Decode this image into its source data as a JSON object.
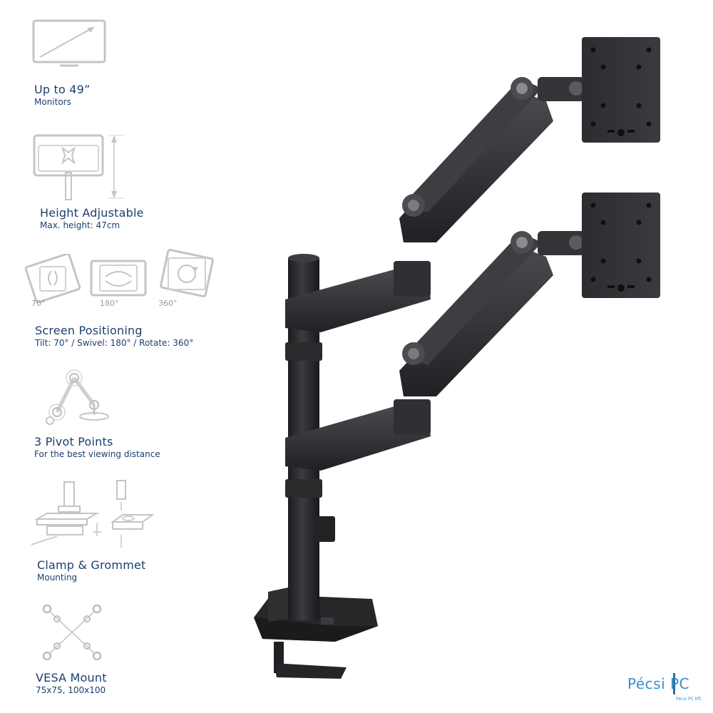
{
  "features": [
    {
      "id": "monitors",
      "title": "Up to 49”",
      "subtitle": "Monitors"
    },
    {
      "id": "height",
      "title": "Height Adjustable",
      "subtitle": "Max. height: 47cm"
    },
    {
      "id": "positioning",
      "title": "Screen Positioning",
      "subtitle": "Tilt: 70°  /   Swivel: 180° /   Rotate: 360°",
      "angles": [
        "70°",
        "180°",
        "360°"
      ]
    },
    {
      "id": "pivot",
      "title": "3 Pivot Points",
      "subtitle": "For the best viewing distance"
    },
    {
      "id": "mounting",
      "title": "Clamp & Grommet",
      "subtitle": "Mounting"
    },
    {
      "id": "vesa",
      "title": "VESA Mount",
      "subtitle": "75x75, 100x100"
    }
  ],
  "watermark": {
    "brand": "Pécsi PC",
    "tagline": "Pécsi PC Kft."
  },
  "colors": {
    "text": "#1d3f6e",
    "icon": "#c4c4c4",
    "product": "#2a2b2d",
    "brand": "#3a8fc9"
  }
}
